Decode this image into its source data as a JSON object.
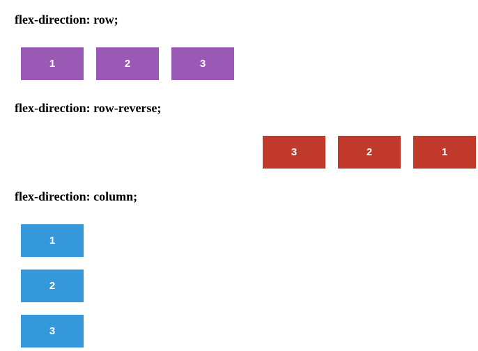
{
  "colors": {
    "row_boxes": "#9b59b6",
    "row_reverse_boxes": "#c0392b",
    "column_boxes": "#3498db",
    "heading_text": "#000000",
    "box_text": "#ffffff",
    "background": "#ffffff"
  },
  "sections": [
    {
      "title": "flex-direction: row;",
      "direction": "row",
      "boxes": [
        "1",
        "2",
        "3"
      ]
    },
    {
      "title": "flex-direction: row-reverse;",
      "direction": "row-reverse",
      "boxes": [
        "1",
        "2",
        "3"
      ]
    },
    {
      "title": "flex-direction: column;",
      "direction": "column",
      "boxes": [
        "1",
        "2",
        "3"
      ]
    }
  ]
}
